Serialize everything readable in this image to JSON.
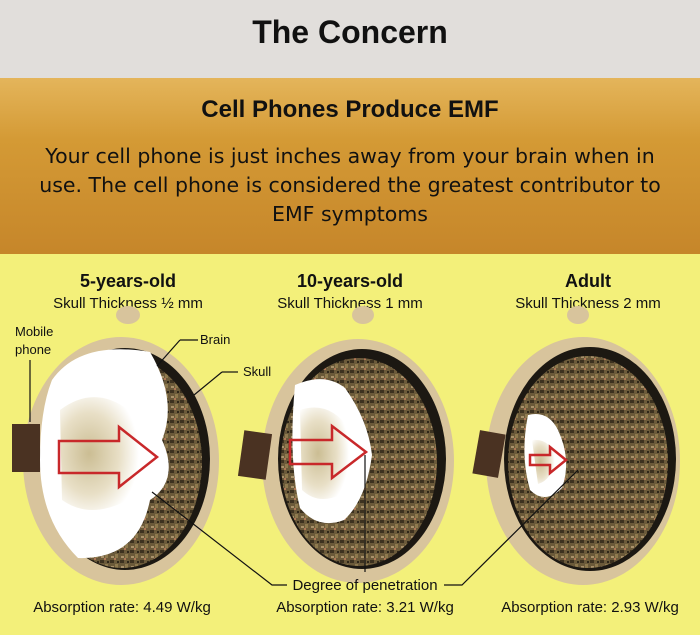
{
  "header": {
    "title": "The Concern"
  },
  "banner": {
    "heading": "Cell Phones Produce EMF",
    "lines": [
      "Your cell phone is just inches away from your brain when in",
      "use. The cell phone is considered the greatest contributor to",
      "EMF symptoms"
    ]
  },
  "diagram": {
    "labels": {
      "mobile_phone": [
        "Mobile",
        "phone"
      ],
      "brain": "Brain",
      "skull": "Skull",
      "penetration": "Degree of penetration"
    },
    "heads": [
      {
        "age": "5-years-old",
        "thickness": "Skull Thickness ½ mm",
        "absorption": "Absorption rate: 4.49 W/kg"
      },
      {
        "age": "10-years-old",
        "thickness": "Skull Thickness 1 mm",
        "absorption": "Absorption rate: 3.21 W/kg"
      },
      {
        "age": "Adult",
        "thickness": "Skull Thickness 2 mm",
        "absorption": "Absorption rate: 2.93 W/kg"
      }
    ],
    "colors": {
      "background": "#f3f07a",
      "skull": "#d8c49c",
      "brain_tissue": "#6b5a3a",
      "penetration": "#ffffff",
      "arrow": "#c8282a",
      "phone": "#4a3222"
    }
  }
}
